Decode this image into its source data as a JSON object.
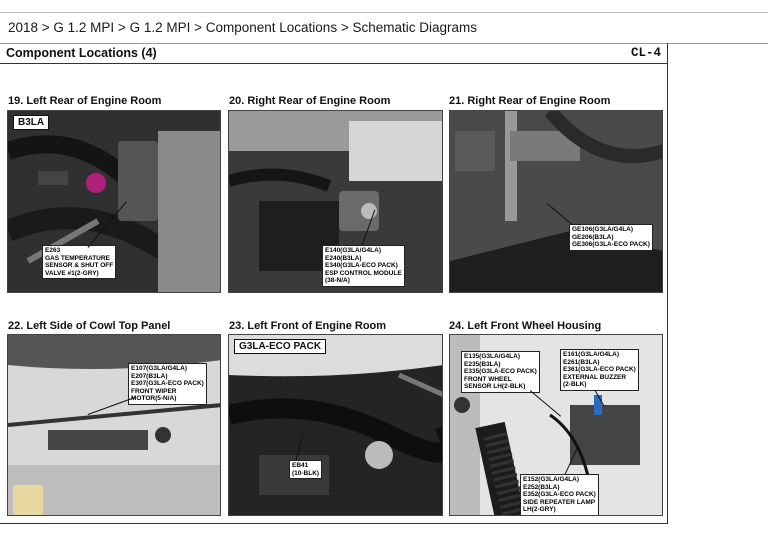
{
  "breadcrumb": "2018 > G 1.2 MPI > G 1.2 MPI > Component Locations > Schematic Diagrams",
  "sheet": {
    "title": "Component Locations (4)",
    "code": "CL-4"
  },
  "panels": [
    {
      "caption": "19. Left Rear of Engine Room",
      "tag": "B3LA",
      "callouts": [
        "E263\nGAS TEMPERATURE\nSENSOR & SHUT OFF\nVALVE #1(2-GRY)"
      ]
    },
    {
      "caption": "20. Right Rear of Engine Room",
      "callouts": [
        "E140(G3LA/G4LA)\nE240(B3LA)\nE340(G3LA-ECO PACK)\nESP CONTROL MODULE\n(38-N/A)"
      ]
    },
    {
      "caption": "21. Right Rear of Engine Room",
      "callouts": [
        "GE106(G3LA/G4LA)\nGE206(B3LA)\nGE306(G3LA-ECO PACK)"
      ]
    },
    {
      "caption": "22. Left Side of Cowl Top Panel",
      "callouts": [
        "E107(G3LA/G4LA)\nE207(B3LA)\nE307(G3LA-ECO PACK)\nFRONT WIPER\nMOTOR(5-N/A)"
      ]
    },
    {
      "caption": "23. Left Front of Engine Room",
      "tag": "G3LA-ECO PACK",
      "callouts": [
        "EB41\n(10-BLK)"
      ]
    },
    {
      "caption": "24. Left Front Wheel Housing",
      "callouts": [
        "E135(G3LA/G4LA)\nE235(B3LA)\nE335(G3LA-ECO PACK)\nFRONT WHEEL\nSENSOR LH(2-BLK)",
        "E161(G3LA/G4LA)\nE261(B3LA)\nE361(G3LA-ECO PACK)\nEXTERNAL BUZZER\n(2-BLK)",
        "E152(G3LA/G4LA)\nE252(B3LA)\nE352(G3LA-ECO PACK)\nSIDE REPEATER LAMP\nLH(2-GRY)"
      ]
    }
  ]
}
